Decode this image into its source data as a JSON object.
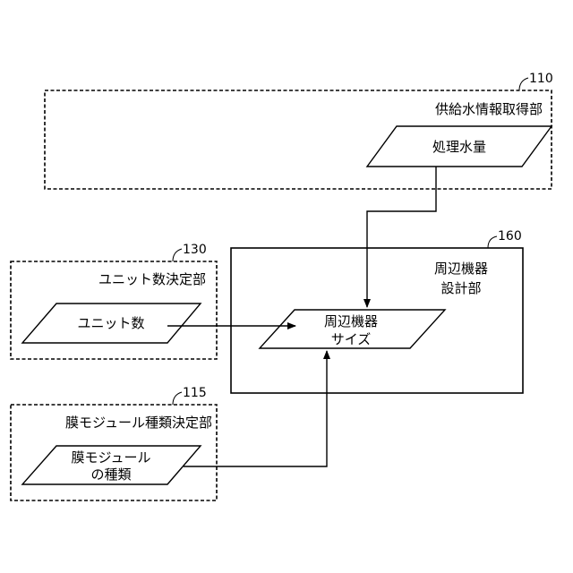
{
  "blocks": {
    "supply_water_info": {
      "ref": "110",
      "title": "供給水情報取得部",
      "data_label": "処理水量"
    },
    "unit_count": {
      "ref": "130",
      "title": "ユニット数決定部",
      "data_label": "ユニット数"
    },
    "peripheral_design": {
      "ref": "160",
      "title_line1": "周辺機器",
      "title_line2": "設計部",
      "data_label_line1": "周辺機器",
      "data_label_line2": "サイズ"
    },
    "membrane_type": {
      "ref": "115",
      "title": "膜モジュール種類決定部",
      "data_label_line1": "膜モジュール",
      "data_label_line2": "の種類"
    }
  }
}
